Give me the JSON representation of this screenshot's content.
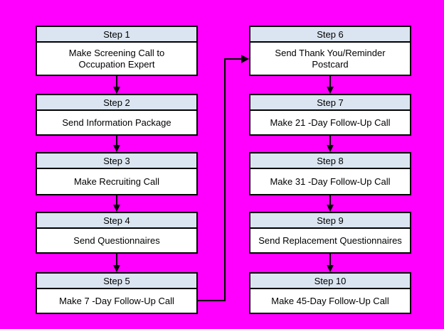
{
  "steps": [
    {
      "title": "Step 1",
      "body": "Make Screening Call to\nOccupation Expert"
    },
    {
      "title": "Step 2",
      "body": "Send Information Package"
    },
    {
      "title": "Step 3",
      "body": "Make Recruiting Call"
    },
    {
      "title": "Step 4",
      "body": "Send Questionnaires"
    },
    {
      "title": "Step 5",
      "body": "Make 7 -Day Follow-Up Call"
    },
    {
      "title": "Step 6",
      "body": "Send Thank You/Reminder\nPostcard"
    },
    {
      "title": "Step 7",
      "body": "Make 21 -Day Follow-Up Call"
    },
    {
      "title": "Step 8",
      "body": "Make 31 -Day Follow-Up Call"
    },
    {
      "title": "Step 9",
      "body": "Send Replacement Questionnaires"
    },
    {
      "title": "Step 10",
      "body": "Make 45-Day Follow-Up Call"
    }
  ],
  "colors": {
    "background": "#ff00ff",
    "box_header_fill": "#dbe5f1",
    "box_body_fill": "#ffffff",
    "border": "#000000",
    "text": "#000000"
  }
}
